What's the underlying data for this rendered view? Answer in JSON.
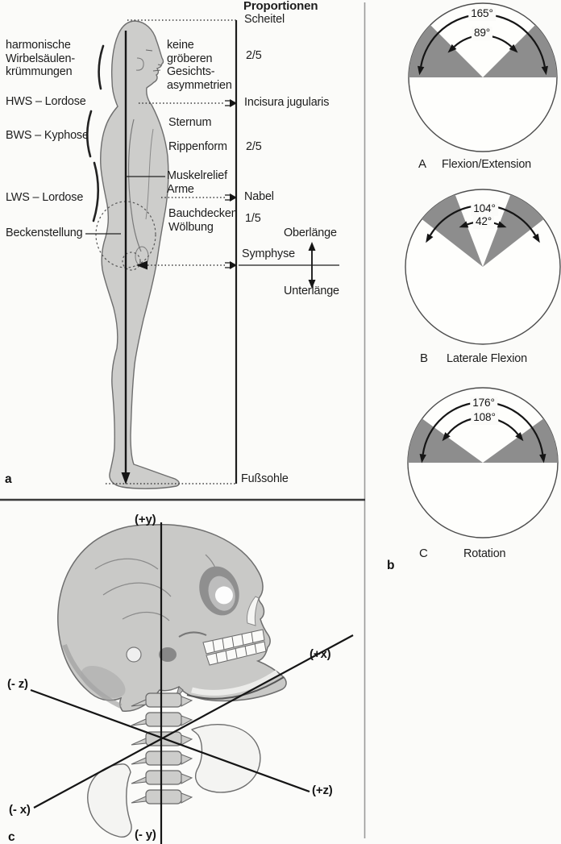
{
  "figure": {
    "panel_a": {
      "letter": "a",
      "spine_labels": {
        "harmonic": "harmonische\nWirbelsäulen-\nkrümmungen",
        "hws": "HWS – Lordose",
        "bws": "BWS – Kyphose",
        "lws": "LWS – Lordose",
        "becken": "Beckenstellung"
      },
      "body_labels": {
        "face": "keine\ngröberen\nGesichts-\nasymmetrien",
        "sternum": "Sternum",
        "rippenform": "Rippenform",
        "muskelrelief": "Muskelrelief\nArme",
        "bauchdecken": "Bauchdecken\nWölbung"
      },
      "proportions": {
        "header": "Proportionen",
        "scheitel": "Scheitel",
        "upper_fraction": "2/5",
        "incisura": "Incisura jugularis",
        "middle_fraction": "2/5",
        "nabel": "Nabel",
        "lower_fraction": "1/5",
        "oberlaenge": "Oberlänge",
        "symphyse": "Symphyse",
        "unterlaenge": "Unterlänge",
        "fusssohle": "Fußsohle"
      }
    },
    "panel_b": {
      "letter": "b",
      "diagrams": [
        {
          "letter": "A",
          "label": "Flexion/Extension",
          "outer_angle_deg": 165,
          "inner_angle_deg": 89,
          "outer_label": "165°",
          "inner_label": "89°"
        },
        {
          "letter": "B",
          "label": "Laterale Flexion",
          "outer_angle_deg": 104,
          "inner_angle_deg": 42,
          "outer_label": "104°",
          "inner_label": "42°"
        },
        {
          "letter": "C",
          "label": "Rotation",
          "outer_angle_deg": 176,
          "inner_angle_deg": 108,
          "outer_label": "176°",
          "inner_label": "108°"
        }
      ]
    },
    "panel_c": {
      "letter": "c",
      "axis_labels": {
        "pos_y": "(+y)",
        "pos_x": "(+x)",
        "neg_z": "(- z)",
        "pos_z": "(+z)",
        "neg_x": "(- x)",
        "neg_y": "(- y)"
      }
    },
    "colors": {
      "figure_fill": "#cdcdcb",
      "wedge_gray": "#8d8d8d",
      "line": "#1a1a1a",
      "background": "#fbfbf9"
    }
  }
}
